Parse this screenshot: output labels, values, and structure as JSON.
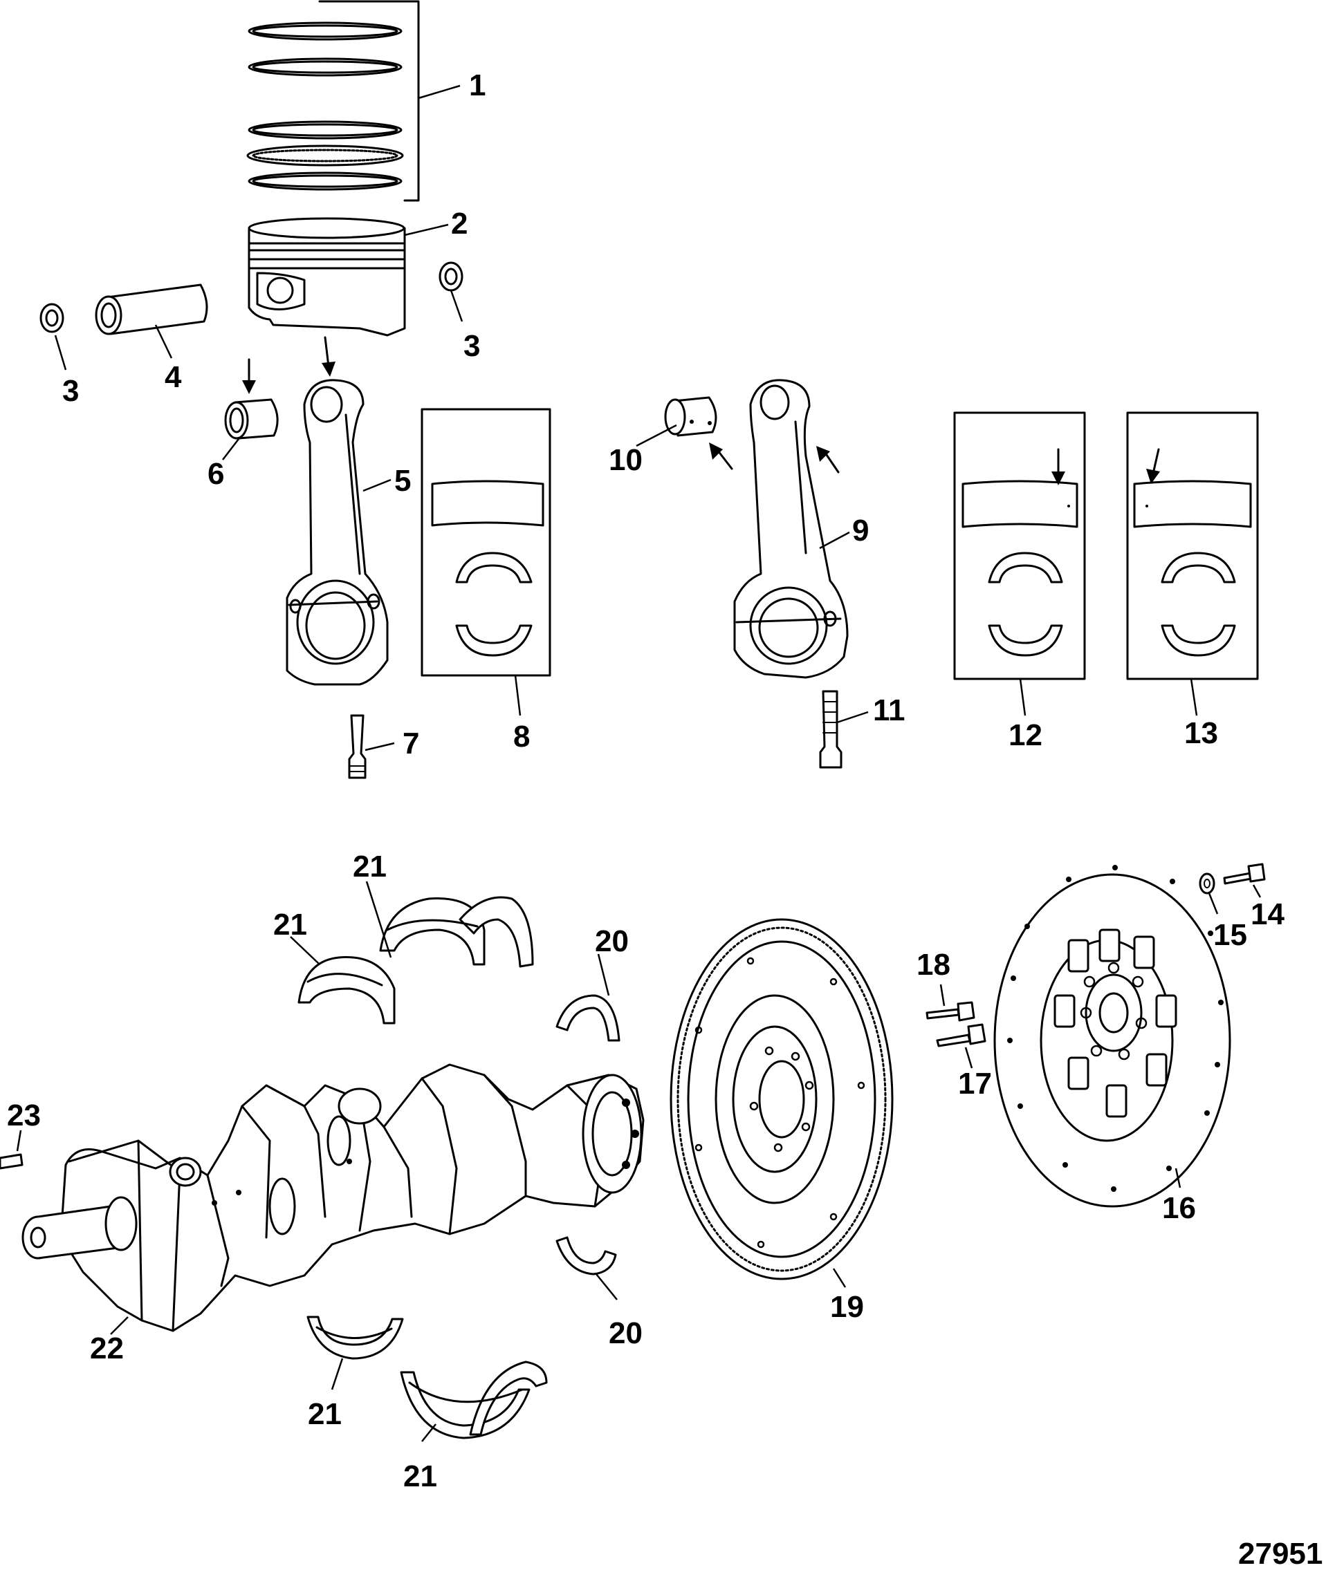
{
  "figure_number": "27951",
  "callouts": {
    "c1": "1",
    "c2": "2",
    "c3a": "3",
    "c3b": "3",
    "c4": "4",
    "c5": "5",
    "c6": "6",
    "c7": "7",
    "c8": "8",
    "c9": "9",
    "c10": "10",
    "c11": "11",
    "c12": "12",
    "c13": "13",
    "c14": "14",
    "c15": "15",
    "c16": "16",
    "c17": "17",
    "c18": "18",
    "c19": "19",
    "c20a": "20",
    "c20b": "20",
    "c21a": "21",
    "c21b": "21",
    "c21c": "21",
    "c21d": "21",
    "c22": "22",
    "c23": "23"
  }
}
